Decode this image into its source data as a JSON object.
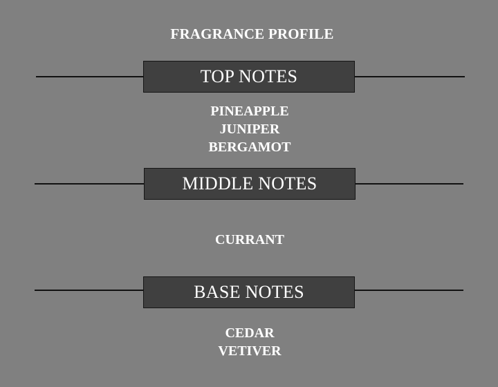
{
  "title": "FRAGRANCE PROFILE",
  "sections": [
    {
      "header": "TOP NOTES",
      "notes": [
        "PINEAPPLE",
        "JUNIPER",
        "BERGAMOT"
      ]
    },
    {
      "header": "MIDDLE NOTES",
      "notes": [
        "CURRANT"
      ]
    },
    {
      "header": "BASE NOTES",
      "notes": [
        "CEDAR",
        "VETIVER"
      ]
    }
  ],
  "colors": {
    "background": "#808080",
    "header_box": "#404040",
    "rule": "#111111",
    "text": "#ffffff"
  }
}
